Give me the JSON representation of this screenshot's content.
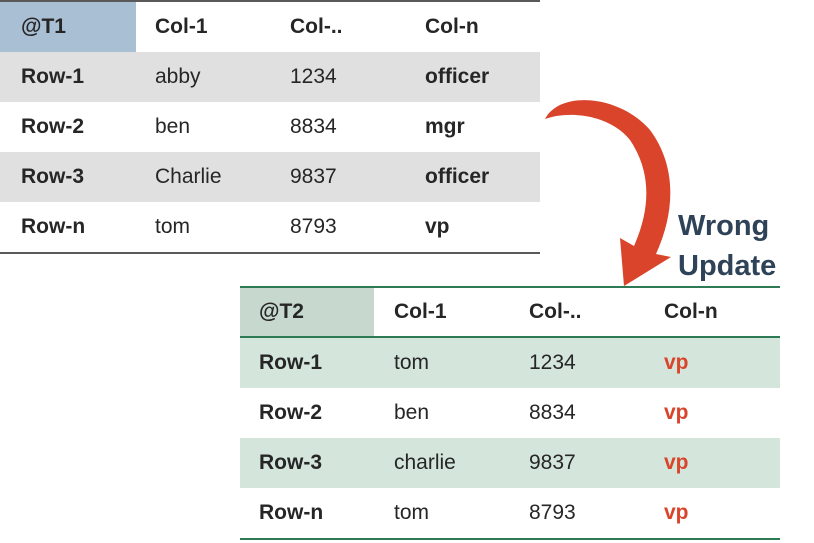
{
  "table1": {
    "header": [
      "@T1",
      "Col-1",
      "Col-..",
      "Col-n"
    ],
    "rows": [
      [
        "Row-1",
        "abby",
        "1234",
        "officer"
      ],
      [
        "Row-2",
        "ben",
        "8834",
        "mgr"
      ],
      [
        "Row-3",
        "Charlie",
        "9837",
        "officer"
      ],
      [
        "Row-n",
        "tom",
        "8793",
        "vp"
      ]
    ]
  },
  "table2": {
    "header": [
      "@T2",
      "Col-1",
      "Col-..",
      "Col-n"
    ],
    "rows": [
      [
        "Row-1",
        "tom",
        "1234",
        "vp"
      ],
      [
        "Row-2",
        "ben",
        "8834",
        "vp"
      ],
      [
        "Row-3",
        "charlie",
        "9837",
        "vp"
      ],
      [
        "Row-n",
        "tom",
        "8793",
        "vp"
      ]
    ]
  },
  "annotation": {
    "line1": "Wrong",
    "line2": "Update"
  },
  "colors": {
    "t1_corner": "#a9bfd4",
    "t1_shade": "#e0e0e0",
    "t2_corner": "#c7d8ce",
    "t2_shade": "#d4e6dc",
    "t2_rule": "#2e7a55",
    "highlight": "#d9442b",
    "annotation_text": "#2f4358",
    "arrow": "#d9442b"
  }
}
